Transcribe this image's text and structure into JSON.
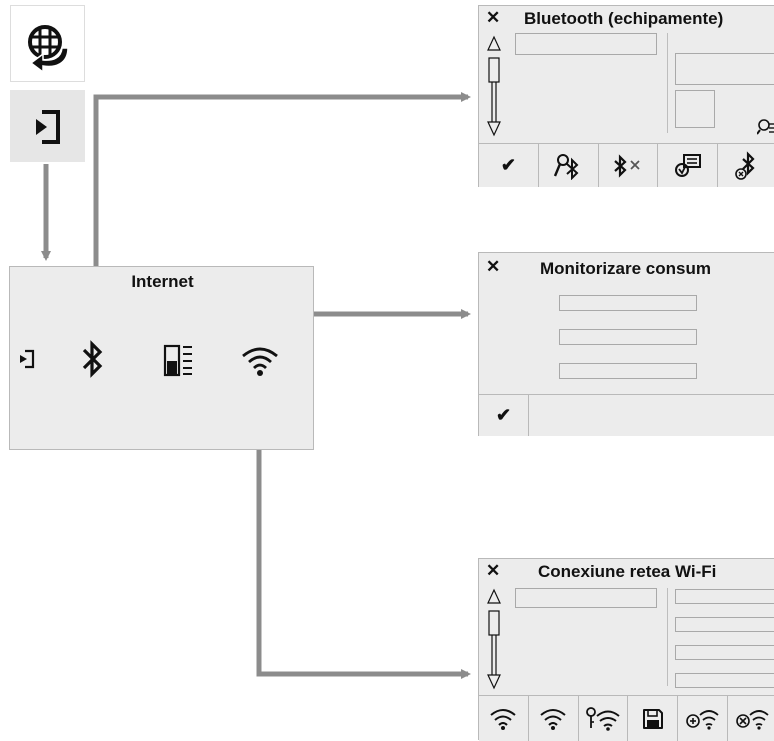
{
  "internet_panel": {
    "title": "Internet"
  },
  "bluetooth_screen": {
    "title": "Bluetooth (echipamente)",
    "close": "✕",
    "confirm": "✔"
  },
  "consumption_screen": {
    "title": "Monitorizare consum",
    "close": "✕",
    "confirm": "✔"
  },
  "wifi_screen": {
    "title": "Conexiune retea Wi-Fi",
    "close": "✕"
  },
  "colors": {
    "arrow": "#8c8c8c",
    "panel": "#ececec",
    "border": "#b9b9b9"
  },
  "icons": [
    "globe-back-icon",
    "exit-icon",
    "bluetooth-icon",
    "consumption-icon",
    "wifi-icon"
  ]
}
